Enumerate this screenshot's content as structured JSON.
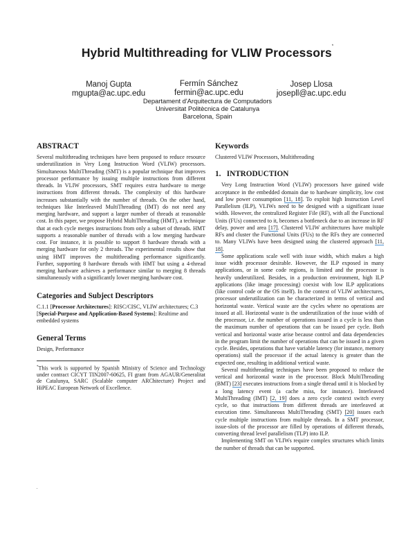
{
  "paper": {
    "title": "Hybrid Multithreading for VLIW Processors",
    "title_footnote_mark": "*",
    "authors": [
      {
        "name": "Manoj Gupta",
        "email": "mgupta@ac.upc.edu"
      },
      {
        "name": "Fermín Sánchez",
        "email": "fermin@ac.upc.edu"
      },
      {
        "name": "Josep Llosa",
        "email": "josepll@ac.upc.edu"
      }
    ],
    "affiliation": {
      "line1": "Departament d'Arquitectura de Computadors",
      "line2": "Universitat Politècnica de Catalunya",
      "line3": "Barcelona, Spain"
    }
  },
  "abstract": {
    "heading": "ABSTRACT",
    "text": "Several multithreading techniques have been proposed to reduce resource underutilization in Very Long Instruction Word (VLIW) processors. Simultaneous MultiThreading (SMT) is a popular technique that improves processor performance by issuing multiple instructions from different threads. In VLIW processors, SMT requires extra hardware to merge instructions from different threads. The complexity of this hardware increases substantially with the number of threads. On the other hand, techniques like Interleaved MultiThreading (IMT) do not need any merging hardware, and support a larger number of threads at reasonable cost. In this paper, we propose Hybrid MultiThreading (HMT), a technique that at each cycle merges instructions from only a subset of threads. HMT supports a reasonable number of threads with a low merging hardware cost. For instance, it is possible to support 8 hardware threads with a merging hardware for only 2 threads. The experimental results show that using HMT improves the multithreading performance significantly. Further, supporting 8 hardware threads with HMT but using a 4-thread merging hardware achieves a performance similar to merging 8 threads simultaneously with a significantly lower merging hardware cost."
  },
  "categories": {
    "heading": "Categories and Subject Descriptors",
    "c1_code": "C.1.1 [",
    "c1_bold": "Processor Architectures",
    "c1_rest": "]: RISC/CISC, VLIW architectures; C.3 [",
    "c3_bold": "Special-Purpose and Application-Based Systems",
    "c3_rest": "]: Realtime and embedded systems"
  },
  "general_terms": {
    "heading": "General Terms",
    "text": "Design, Performance"
  },
  "footnote": {
    "mark": "*",
    "text": "This work is supported by Spanish Ministry of Science and Technology under contract CICYT TIN2007-60625, FI grant from AGAUR/Generalitat de Catalunya, SARC (Scalable computer ARChitecture) Project and HiPEAC European Network of Excellence."
  },
  "keywords": {
    "heading": "Keywords",
    "text": "Clustered VLIW Processors, Multithreading"
  },
  "introduction": {
    "heading": "1.   INTRODUCTION",
    "p1_a": "Very Long Instruction Word (VLIW) processors have gained wide acceptance in the embedded domain due to hardware simplicity, low cost and low power consumption ",
    "p1_cite1": "[11, 18]",
    "p1_b": ". To exploit high Instruction Level Parallelism (ILP), VLIWs need to be designed with a significant issue width. However, the centralized Register File (RF), with all the Functional Units (FUs) connected to it, becomes a bottleneck due to an increase in RF delay, power and area ",
    "p1_cite2": "[17]",
    "p1_c": ". Clustered VLIW architectures have multiple RFs and cluster the Functional Units (FUs) to the RFs they are connected to. Many VLIWs have been designed using the clustered approach ",
    "p1_cite3": "[11, 18]",
    "p1_d": ".",
    "p2": "Some applications scale well with issue width, which makes a high issue width processor desirable. However, the ILP exposed in many applications, or in some code regions, is limited and the processor is heavily underutilized. Besides, in a production environment, high ILP applications (like image processing) coexist with low ILP applications (like control code or the OS itself). In the context of VLIW architectures, processor underutilization can be characterized in terms of vertical and horizontal waste. Vertical waste are the cycles where no operations are issued at all. Horizontal waste is the underutilization of the issue width of the processor, i.e. the number of operations issued in a cycle is less than the maximum number of operations that can be issued per cycle. Both vertical and horizontal waste arise because control and data dependencies in the program limit the number of operations that can be issued in a given cycle. Besides, operations that have variable latency (for instance, memory operations) stall the processor if the actual latency is greater than the expected one, resulting in additional vertical waste.",
    "p3_a": "Several multithreading techniques have been proposed to reduce the vertical and horizontal waste in the processor. Block MultiThreading (BMT) ",
    "p3_cite1": "[23]",
    "p3_b": " executes instructions from a single thread until it is blocked by a long latency event (a cache miss, for instance). Interleaved MultiThreading (IMT) ",
    "p3_cite2": "[2, 19]",
    "p3_c": " does a zero cycle context switch every cycle, so that instructions from different threads are interleaved at execution time. Simultaneous MultiThreading (SMT) ",
    "p3_cite3": "[20]",
    "p3_d": " issues each cycle multiple instructions from multiple threads. In a SMT processor, issue-slots of the processor are filled by operations of different threads, converting thread level parallelism (TLP) into ILP.",
    "p4": "Implementing SMT on VLIWs require complex structures which limits the number of threads that can be supported."
  },
  "colors": {
    "text": "#1a1a1a",
    "citation_underline": "#4a8fd0",
    "background": "#ffffff"
  }
}
